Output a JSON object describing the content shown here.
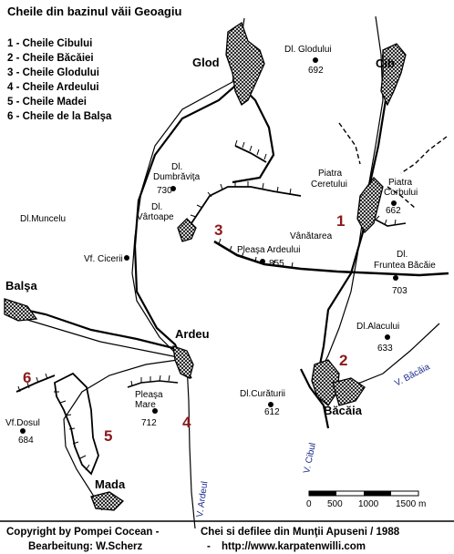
{
  "title": "Cheile din bazinul văii Geoagiu",
  "legend": [
    "1 - Cheile Cibului",
    "2 - Cheile Băcăiei",
    "3 - Cheile Glodului",
    "4 - Cheile Ardeului",
    "5 - Cheile Madei",
    "6 - Cheile de la Balşa"
  ],
  "villages": {
    "glod": "Glod",
    "cib": "Cib",
    "balsa": "Balşa",
    "ardeu": "Ardeu",
    "bacaia": "Băcăia",
    "mada": "Mada"
  },
  "peaks": {
    "glodului_name": "Dl. Glodului",
    "glodului_alt": "692",
    "dumbravita_name_1": "Dl.",
    "dumbravita_name_2": "Dumbrăviţa",
    "dumbravita_alt": "730",
    "vartoape_name_1": "Dl.",
    "vartoape_name_2": "Vârtoape",
    "muncelu": "Dl.Muncelu",
    "cicerii": "Vf. Cicerii",
    "piatra_ceretului_1": "Piatra",
    "piatra_ceretului_2": "Ceretului",
    "piatra_corbului_1": "Piatra",
    "piatra_corbului_2": "Corbului",
    "piatra_corbului_alt": "662",
    "vanatarea": "Vânătarea",
    "pleasa_ardeului_name": "Pleaşa Ardeului",
    "pleasa_ardeului_alt": "855",
    "fruntea_1": "Dl.",
    "fruntea_2": "Fruntea Băcăie",
    "fruntea_alt": "703",
    "alacului_name": "Dl.Alacului",
    "alacului_alt": "633",
    "curaturii_name": "Dl.Curăturii",
    "curaturii_alt": "612",
    "pleasa_mare_1": "Pleaşa",
    "pleasa_mare_2": "Mare",
    "pleasa_mare_alt": "712",
    "dosul_name": "Vf.Dosul",
    "dosul_alt": "684"
  },
  "gorge_numbers": [
    "1",
    "2",
    "3",
    "4",
    "5",
    "6"
  ],
  "rivers": {
    "bacaia": "V. Băcăia",
    "cibul": "V. Cibul",
    "ardeul": "V. Ardeul"
  },
  "scale": {
    "ticks": [
      "0",
      "500",
      "1000",
      "1500 m"
    ]
  },
  "footer": {
    "line1_left": "Copyright by Pompei Cocean -",
    "line1_right": "Chei si defilee din Munţii Apuseni / 1988",
    "line2_left": "Bearbeitung: W.Scherz",
    "line2_sep": "-",
    "line2_right": "http://www.karpatenwilli.com"
  },
  "colors": {
    "gorge_number": "#8b1a1a",
    "river_label": "#1a2a8a"
  }
}
